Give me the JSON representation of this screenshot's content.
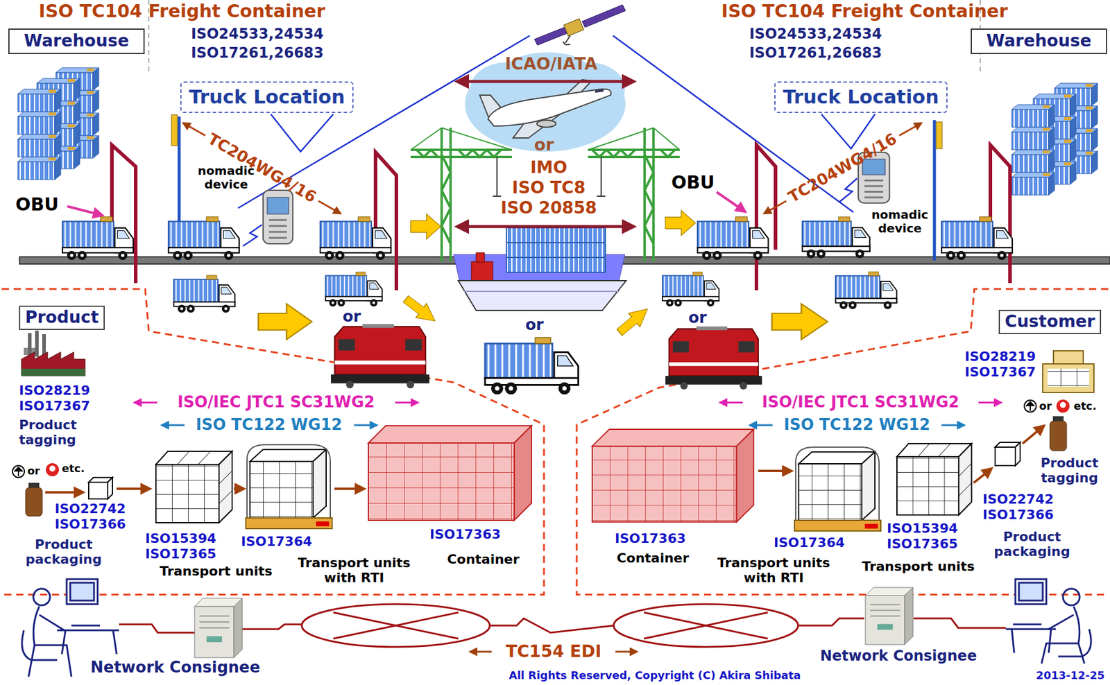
{
  "diagram": {
    "nodes": [
      {
        "text": [
          "Warehouse"
        ]
      },
      {
        "text": [
          "Truck Location"
        ]
      },
      {
        "text": [
          "Truck Location"
        ]
      },
      {
        "text": [
          "Warehouse"
        ]
      },
      {
        "text": [
          "Product"
        ]
      },
      {
        "text": [
          "Customer"
        ]
      }
    ],
    "labels": [
      "ISO TC104 Freight Container",
      "ISO TC104 Freight Container",
      "ISO24533,24534",
      "ISO17261,26683",
      "ISO24533,24534",
      "ISO17261,26683",
      "TC204WG4/16",
      "nomadic device",
      "OBU",
      "ICAO/IATA",
      "or",
      "IMO",
      "ISO TC8",
      "ISO 20858",
      "OBU",
      "TC204WG4/16",
      "nomadic device",
      "or",
      "or",
      "or",
      "ISO28219",
      "ISO17367",
      "Product tagging",
      "or",
      "etc.",
      "ISO/IEC JTC1 SC31WG2",
      "ISO TC122 WG12",
      "ISO22742",
      "ISO17366",
      "Product packaging",
      "ISO15394",
      "ISO17365",
      "Transport units",
      "ISO17364",
      "Transport units with RTI",
      "ISO17363",
      "Container",
      "ISO17363",
      "Container",
      "ISO17364",
      "Transport units with RTI",
      "ISO15394",
      "ISO17365",
      "Transport units",
      "ISO22742",
      "ISO17366",
      "Product packaging",
      "ISO28219",
      "ISO17367",
      "or",
      "etc.",
      "Product tagging",
      "ISO/IEC JTC1 SC31WG2",
      "ISO TC122 WG12",
      "Network Consignee",
      "TC154 EDI",
      "Network Consignee",
      "All Rights Reserved, Copyright (C) Akira Shibata",
      "2013-12-25"
    ]
  }
}
